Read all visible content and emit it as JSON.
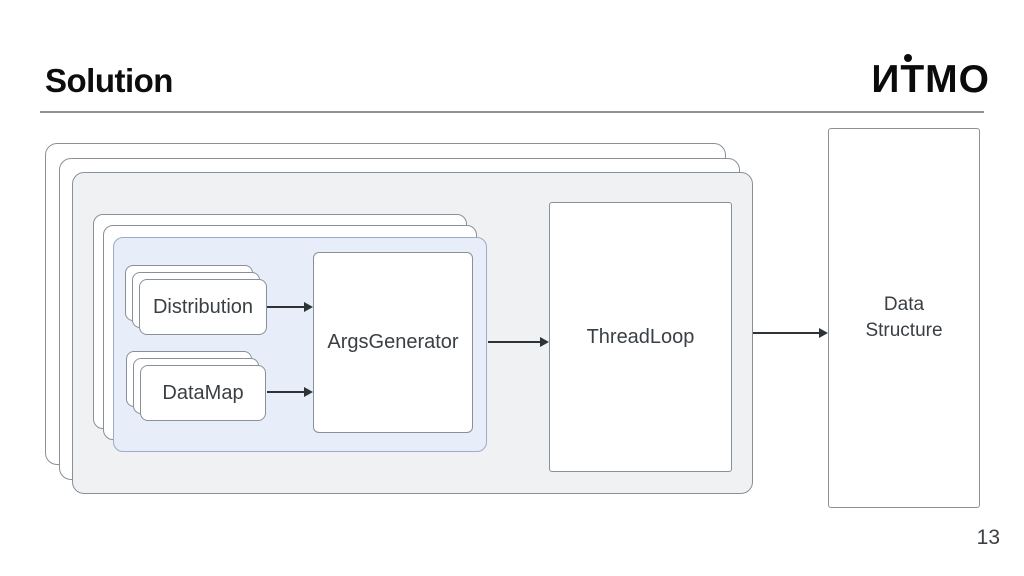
{
  "slide": {
    "title": "Solution",
    "page_number": "13",
    "logo_text": "ИТМО"
  },
  "diagram": {
    "nodes": {
      "distribution": "Distribution",
      "datamap": "DataMap",
      "args_generator": "ArgsGenerator",
      "thread_loop": "ThreadLoop",
      "data_structure": "Data Structure"
    },
    "edges": [
      {
        "from": "Distribution",
        "to": "ArgsGenerator"
      },
      {
        "from": "DataMap",
        "to": "ArgsGenerator"
      },
      {
        "from": "ArgsGenerator",
        "to": "ThreadLoop"
      },
      {
        "from": "ThreadLoop",
        "to": "Data Structure"
      }
    ],
    "stacks": {
      "outer_layers": 3,
      "inner_layers": 3,
      "distribution_layers": 3,
      "datamap_layers": 3
    },
    "colors": {
      "container_fill": "#f0f1f3",
      "inner_fill": "#e7edf9",
      "node_fill": "#ffffff",
      "border": "#8a9098",
      "inner_border": "#9cabc7",
      "arrow": "#2e3338",
      "text": "#3a3f44",
      "title_color": "#0d0d0d",
      "rule_color": "#8f9296"
    }
  }
}
